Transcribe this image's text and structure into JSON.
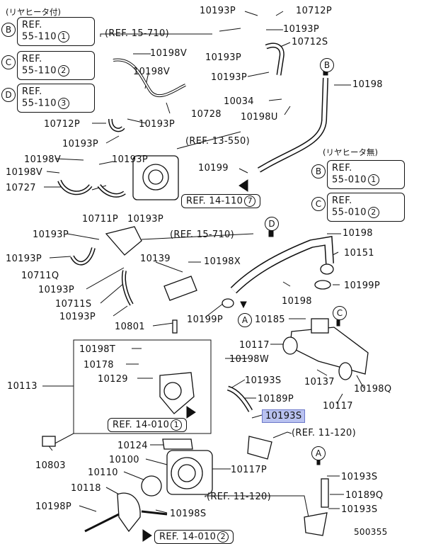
{
  "notes": {
    "with_rear_heater": "(リヤヒータ付)",
    "without_rear_heater": "(リヤヒータ無)"
  },
  "ref_boxes_left": [
    {
      "letter": "B",
      "line1": "REF.",
      "line2": "55-110",
      "num": "1"
    },
    {
      "letter": "C",
      "line1": "REF.",
      "line2": "55-110",
      "num": "2"
    },
    {
      "letter": "D",
      "line1": "REF.",
      "line2": "55-110",
      "num": "3"
    }
  ],
  "ref_boxes_right": [
    {
      "letter": "B",
      "line1": "REF.",
      "line2": "55-010",
      "num": "1"
    },
    {
      "letter": "C",
      "line1": "REF.",
      "line2": "55-010",
      "num": "2"
    }
  ],
  "refs": {
    "ref_15_710_top": "(REF. 15-710)",
    "ref_13_550": "(REF. 13-550)",
    "ref_14_110": "REF. 14-110",
    "ref_14_110_num": "7",
    "ref_15_710_mid": "(REF. 15-710)",
    "ref_14_010_a": "REF. 14-010",
    "ref_14_010_a_num": "1",
    "ref_11_120_a": "(REF. 11-120)",
    "ref_11_120_b": "(REF. 11-120)",
    "ref_14_010_b": "REF. 14-010",
    "ref_14_010_b_num": "2"
  },
  "labels": {
    "p10193P_a": "10193P",
    "p10712P_a": "10712P",
    "p10193P_b": "10193P",
    "p10193P_c": "10193P",
    "p10712S": "10712S",
    "p10198V_a": "10198V",
    "p10198V_b": "10198V",
    "p10193P_d": "10193P",
    "p10198": "10198",
    "p10034": "10034",
    "p10198U": "10198U",
    "p10728": "10728",
    "p10712P_b": "10712P",
    "p10193P_e": "10193P",
    "p10193P_f": "10193P",
    "p10198V_c": "10198V",
    "p10193P_g": "10193P",
    "p10198V_d": "10198V",
    "p10727": "10727",
    "p10199": "10199",
    "p10711P": "10711P",
    "p10193P_h": "10193P",
    "p10193P_i": "10193P",
    "p10198_b": "10198",
    "p10151": "10151",
    "p10193P_j": "10193P",
    "p10711Q": "10711Q",
    "p10139": "10139",
    "p10198X": "10198X",
    "p10193P_k": "10193P",
    "p10198_c": "10198",
    "p10199P_a": "10199P",
    "p10711S": "10711S",
    "p10193P_l": "10193P",
    "p10185": "10185",
    "p10801": "10801",
    "p10199P_b": "10199P",
    "p10198T": "10198T",
    "p10117_a": "10117",
    "p10178": "10178",
    "p10198W": "10198W",
    "p10113": "10113",
    "p10129": "10129",
    "p10193S_a": "10193S",
    "p10137": "10137",
    "p10198Q": "10198Q",
    "p10189P": "10189P",
    "p10117_b": "10117",
    "p10193S_hl": "10193S",
    "p10803": "10803",
    "p10124": "10124",
    "p10100": "10100",
    "p10110": "10110",
    "p10117P": "10117P",
    "p10193S_b": "10193S",
    "p10118": "10118",
    "p10189Q": "10189Q",
    "p10198P": "10198P",
    "p10198S": "10198S",
    "p10193S_c": "10193S",
    "figure_no": "500355"
  },
  "circle_letters": {
    "B_top": "B",
    "D_mid": "D",
    "A_mid": "A",
    "C_right": "C",
    "A_bottom": "A"
  }
}
